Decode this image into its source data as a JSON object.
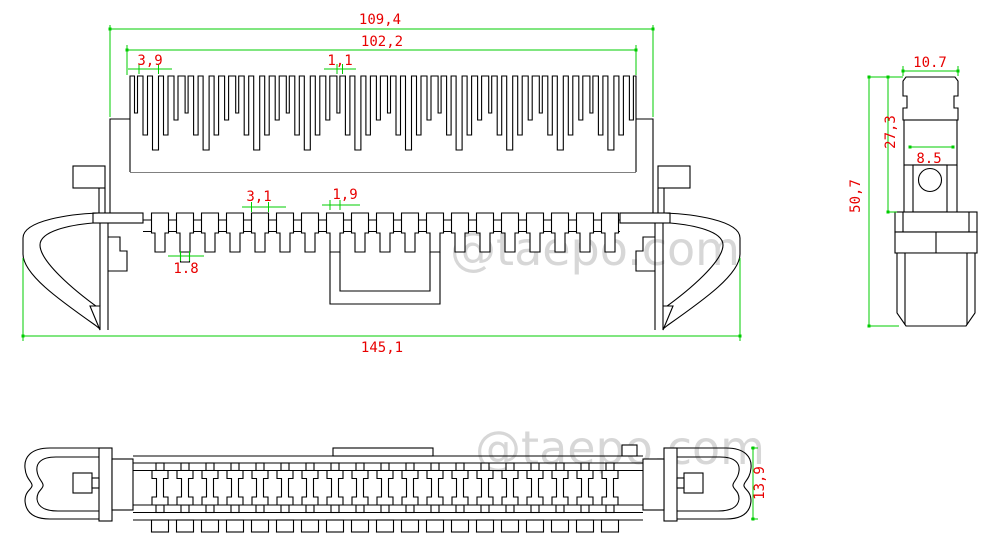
{
  "watermark": {
    "text": "@taepo.com",
    "color": "#d7d7d7"
  },
  "colors": {
    "outline": "#000000",
    "dimension_line": "#00cc00",
    "dimension_text": "#e80000",
    "watermark": "#d7d7d7",
    "background": "#ffffff"
  },
  "front_view": {
    "dims": {
      "total_width": "145,1",
      "mount_width": "109,4",
      "comb_width": "102,2",
      "tooth_group": "3,9",
      "tooth_slot": "1,1",
      "pin_width": "3,1",
      "pin_stub": "1,9",
      "pin_tip": "1.8"
    }
  },
  "side_view": {
    "dims": {
      "head_width": "10.7",
      "upper_height": "27,3",
      "neck_width": "8.5",
      "total_height": "50,7"
    }
  },
  "plan_view": {
    "dims": {
      "depth": "13,9"
    }
  }
}
